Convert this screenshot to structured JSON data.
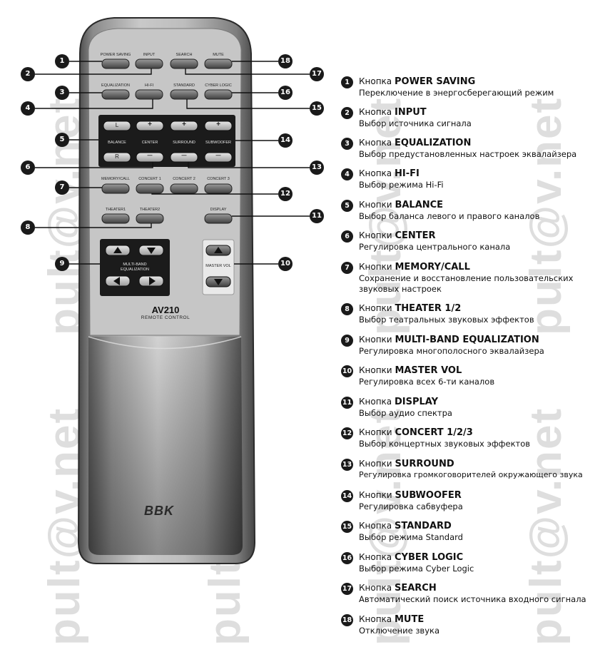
{
  "watermark": "pult@v.net",
  "remote": {
    "model": "AV210",
    "subtitle": "REMOTE CONTROL",
    "brand": "BBK",
    "labels": {
      "power_saving": "POWER SAVING",
      "input": "INPUT",
      "search": "SEARCH",
      "mute": "MUTE",
      "equalization": "EQUALIZATION",
      "hifi": "HI-FI",
      "standard": "STANDARD",
      "cyber_logic": "CYBER LOGIC",
      "balance": "BALANCE",
      "center": "CENTER",
      "surround": "SURROUND",
      "subwoofer": "SUBWOOFER",
      "memory_call": "MEMORY/CALL",
      "concert1": "CONCERT 1",
      "concert2": "CONCERT 2",
      "concert3": "CONCERT 3",
      "theater1": "THEATER1",
      "theater2": "THEATER2",
      "display": "DISPLAY",
      "multiband_1": "MULTI-BAND",
      "multiband_2": "EQUALIZATION",
      "master_vol": "MASTER VOL",
      "btn_l": "L",
      "btn_r": "R",
      "btn_plus": "+",
      "btn_minus": "—"
    }
  },
  "callouts": [
    "1",
    "2",
    "3",
    "4",
    "5",
    "6",
    "7",
    "8",
    "9",
    "10",
    "11",
    "12",
    "13",
    "14",
    "15",
    "16",
    "17",
    "18"
  ],
  "legend": [
    {
      "num": "1",
      "prefix": "Кнопка",
      "key": "POWER SAVING",
      "desc": "Переключение в энергосберегающий режим"
    },
    {
      "num": "2",
      "prefix": "Кнопка",
      "key": "INPUT",
      "desc": "Выбор источника сигнала"
    },
    {
      "num": "3",
      "prefix": "Кнопка",
      "key": "EQUALIZATION",
      "desc": "Выбор предустановленных настроек эквалайзера"
    },
    {
      "num": "4",
      "prefix": "Кнопка",
      "key": "HI-FI",
      "desc": "Выбор режима Hi-Fi"
    },
    {
      "num": "5",
      "prefix": "Кнопки",
      "key": "BALANCE",
      "desc": "Выбор баланса левого и правого каналов"
    },
    {
      "num": "6",
      "prefix": "Кнопки",
      "key": "CENTER",
      "desc": "Регулировка центрального канала"
    },
    {
      "num": "7",
      "prefix": "Кнопки",
      "key": "MEMORY/CALL",
      "desc": "Сохранение и восстановление пользовательских звуковых настроек"
    },
    {
      "num": "8",
      "prefix": "Кнопки",
      "key": "THEATER 1/2",
      "desc": "Выбор театральных звуковых эффектов"
    },
    {
      "num": "9",
      "prefix": "Кнопки",
      "key": "MULTI-BAND EQUALIZATION",
      "desc": "Регулировка многополосного эквалайзера"
    },
    {
      "num": "10",
      "prefix": "Кнопки",
      "key": "MASTER VOL",
      "desc": "Регулировка всех 6-ти каналов"
    },
    {
      "num": "11",
      "prefix": "Кнопка",
      "key": "DISPLAY",
      "desc": "Выбор аудио спектра"
    },
    {
      "num": "12",
      "prefix": "Кнопки",
      "key": "CONCERT 1/2/3",
      "desc": "Выбор концертных звуковых эффектов"
    },
    {
      "num": "13",
      "prefix": "Кнопки",
      "key": "SURROUND",
      "desc": "Регулировка громкоговорителей окружающего звука"
    },
    {
      "num": "14",
      "prefix": "Кнопки",
      "key": "SUBWOOFER",
      "desc": "Регулировка сабвуфера"
    },
    {
      "num": "15",
      "prefix": "Кнопка",
      "key": "STANDARD",
      "desc": "Выбор режима Standard"
    },
    {
      "num": "16",
      "prefix": "Кнопка",
      "key": "CYBER LOGIC",
      "desc": "Выбор режима Cyber Logic"
    },
    {
      "num": "17",
      "prefix": "Кнопка",
      "key": "SEARCH",
      "desc": "Автоматический поиск источника входного сигнала"
    },
    {
      "num": "18",
      "prefix": "Кнопка",
      "key": "MUTE",
      "desc": "Отключение звука"
    }
  ]
}
